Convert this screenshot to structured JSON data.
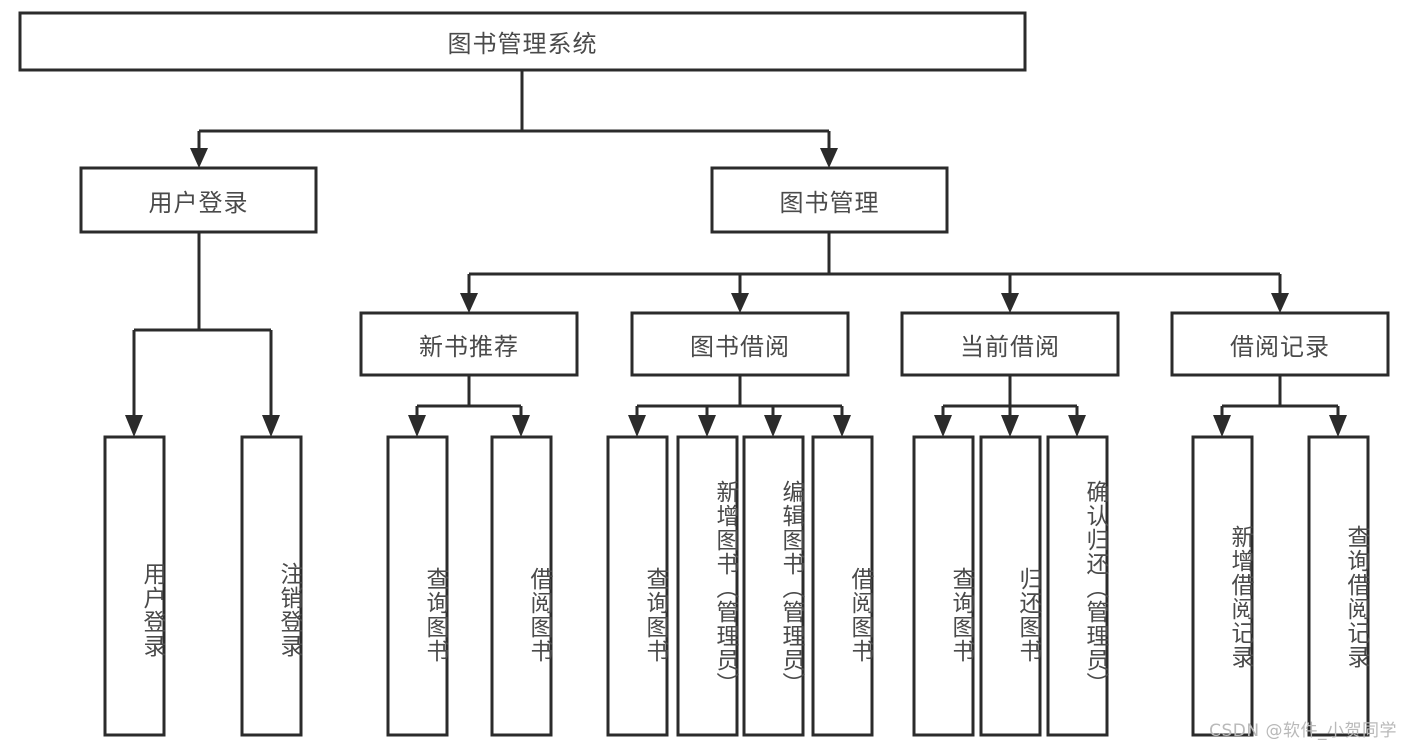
{
  "diagram": {
    "title": "图书管理系统",
    "watermark": "CSDN @软件_小贺同学",
    "colors": {
      "box_stroke": "#2b2b2b",
      "box_fill": "#ffffff",
      "text": "#4a4a4a",
      "connector": "#2b2b2b",
      "watermark": "#b9b9b9",
      "background": "#ffffff"
    },
    "root": {
      "label": "图书管理系统"
    },
    "level1": [
      {
        "label": "用户登录"
      },
      {
        "label": "图书管理"
      }
    ],
    "level2": [
      {
        "label": "新书推荐"
      },
      {
        "label": "图书借阅"
      },
      {
        "label": "当前借阅"
      },
      {
        "label": "借阅记录"
      }
    ],
    "leaves": {
      "user_login": [
        {
          "label": "用户登录"
        },
        {
          "label": "注销登录"
        }
      ],
      "new_book_recommend": [
        {
          "label": "查询图书"
        },
        {
          "label": "借阅图书"
        }
      ],
      "book_borrow": [
        {
          "label": "查询图书"
        },
        {
          "label": "新增图书（管理员）"
        },
        {
          "label": "编辑图书（管理员）"
        },
        {
          "label": "借阅图书"
        }
      ],
      "current_borrow": [
        {
          "label": "查询图书"
        },
        {
          "label": "归还图书"
        },
        {
          "label": "确认归还（管理员）"
        }
      ],
      "borrow_record": [
        {
          "label": "新增借阅记录"
        },
        {
          "label": "查询借阅记录"
        }
      ]
    }
  }
}
